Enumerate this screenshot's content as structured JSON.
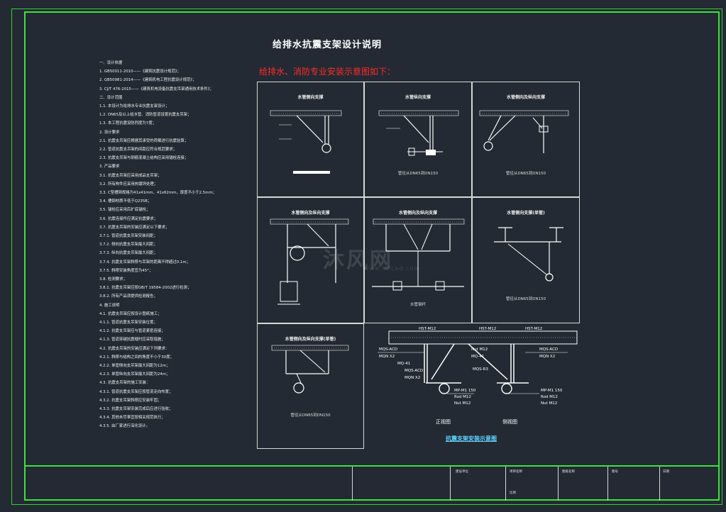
{
  "document": {
    "title": "给排水抗震支架设计说明",
    "subtitle": "给排水、消防专业安装示意图如下：",
    "notes": [
      "一、设计依据",
      "1. GB50011-2010——《建筑抗震设计规范》；",
      "2. GB50981-2014——《建筑机电工程抗震设计规范》；",
      "3. CJ/T 476-2015——《建筑机电设备抗震支吊架通用技术条件》；",
      "二、设计范围",
      "1.1. 本设计为给排水专业抗震支架设计；",
      "1.2. DN65及以上给水管、消防管道设置抗震支吊架；",
      "1.3. 本工程抗震设防烈度为7度；",
      "2. 设计要求",
      "2.1. 抗震支吊架应根据其承受的荷载进行抗震验算；",
      "2.2. 管道抗震支吊架的间距应符合规范要求；",
      "2.3. 抗震支吊架与钢筋混凝土结构应采用锚栓连接；",
      "3. 产品要求",
      "3.1. 抗震支吊架应采用成品支吊架；",
      "3.2. 所有构件应采用热镀锌处理；",
      "3.3. C型槽钢规格为41x41mm、41x62mm，厚度不小于2.5mm；",
      "3.4. 槽钢材质不低于Q235B；",
      "3.5. 锚栓应采用后扩底锚栓；",
      "3.6. 抗震连接件应满足抗震要求；",
      "3.7. 抗震支吊架的安装应满足以下要求；",
      "3.7.1. 管道抗震支吊架安装间距；",
      "3.7.2. 侧向抗震支吊架最大间距；",
      "3.7.3. 纵向抗震支吊架最大间距；",
      "3.7.4. 抗震支吊架斜撑与吊架的距离不得超过0.1m；",
      "3.7.5. 斜撑安装角度宜为45°；",
      "3.8. 检测要求；",
      "3.8.1. 抗震支吊架应按GB/T 19584-2002进行检测；",
      "3.8.2. 所有产品须提供检测报告；",
      "4. 施工说明",
      "4.1. 抗震支吊架应按设计图纸施工；",
      "4.1.1. 管道抗震支吊架安装位置；",
      "4.1.2. 抗震支吊架应与管道紧密连接；",
      "4.1.3. 管道穿越抗震缝时应采取措施；",
      "4.2. 抗震支吊架的安装应满足下列要求：",
      "4.2.1. 斜撑与结构之间的角度不小于30度；",
      "4.2.2. 单管侧向支吊架最大间距为12m；",
      "4.2.3. 单管纵向支吊架最大间距为24m；",
      "4.3. 抗震支吊架的施工安装：",
      "4.3.1. 管道抗震支吊架应按管道走向布置；",
      "4.3.2. 抗震支吊架斜撑应安装牢固；",
      "4.3.3. 抗震支吊架安装完成后应进行验收；",
      "4.3.4. 其他未尽事宜按相关规范执行；",
      "4.3.5. 由厂家进行深化设计。"
    ]
  },
  "panels": [
    {
      "title": "水管侧向支撑",
      "caption": ""
    },
    {
      "title": "水管纵向支撑",
      "caption": "管径从DN65到DN150"
    },
    {
      "title": "水管侧向及纵向支撑",
      "caption": "管径从DN65到DN150"
    },
    {
      "title": "水管侧向及纵向支撑",
      "caption": ""
    },
    {
      "title": "水管侧向及纵向支撑",
      "caption": "水管钢杆"
    },
    {
      "title": "水管侧向支撑(单管)",
      "caption": "管径从DN65到DN150"
    },
    {
      "title": "水管侧向及纵向支撑(单管)",
      "caption": "管径从DN65到DN150"
    }
  ],
  "detail": {
    "caption": "抗震支架安装示意图",
    "view_left": "正视图",
    "view_right": "侧视图",
    "labels_top": [
      "HST-M12",
      "HST-M12",
      "HST-M12"
    ],
    "labels_left": [
      "MQS-ACD",
      "MQN X2",
      "MQ-41",
      "MQS-ACD",
      "MQN X2"
    ],
    "labels_right": [
      "Nut M12",
      "MQ-41",
      "MQS-R3",
      "MQS-ACD",
      "MQN X2"
    ],
    "labels_bottom": [
      "MP-M1 150",
      "Rod M12",
      "Nut M12"
    ],
    "labels_bottom_r": [
      "MP-M1 150",
      "Rod M12",
      "Nut M12"
    ]
  },
  "watermark": {
    "text": "沐风网",
    "url": "www.mfcad.com"
  },
  "titleblock": {
    "cells": [
      "建设单位",
      "项目名称",
      "图纸名称",
      "图号",
      "日期",
      "比例"
    ]
  },
  "colors": {
    "background": "#232a33",
    "frame": "#3ee03e",
    "lines": "#d8d8d8",
    "accent_red": "#ff2a2a",
    "caption_blue": "#5fd2ff"
  }
}
